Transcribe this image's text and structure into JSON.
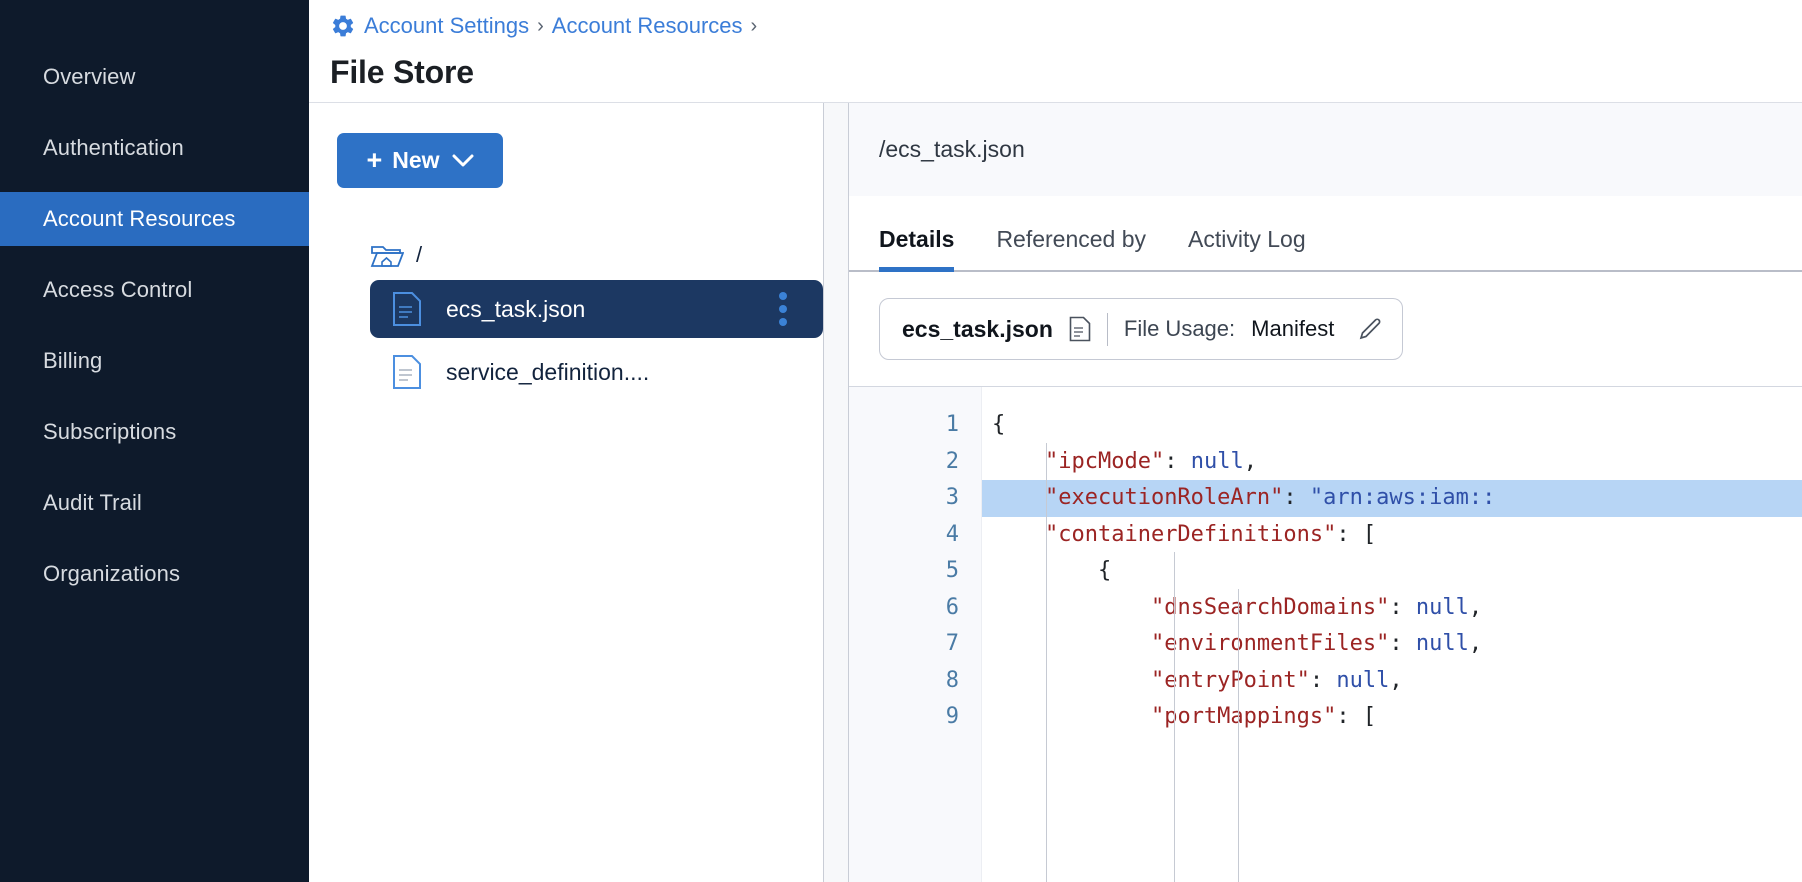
{
  "sidebar": {
    "items": [
      {
        "label": "Overview",
        "active": false
      },
      {
        "label": "Authentication",
        "active": false
      },
      {
        "label": "Account Resources",
        "active": true
      },
      {
        "label": "Access Control",
        "active": false
      },
      {
        "label": "Billing",
        "active": false
      },
      {
        "label": "Subscriptions",
        "active": false
      },
      {
        "label": "Audit Trail",
        "active": false
      },
      {
        "label": "Organizations",
        "active": false
      }
    ]
  },
  "header": {
    "gear_icon": "gear-icon",
    "breadcrumb": [
      {
        "label": "Account Settings",
        "link": true
      },
      {
        "label": "Account Resources",
        "link": true
      }
    ],
    "separator": "›",
    "trailing_separator": "›",
    "title": "File Store"
  },
  "browser": {
    "new_button": {
      "plus": "+",
      "label": "New",
      "chevron": "∨"
    },
    "root": {
      "icon": "folder-home-icon",
      "label": "/"
    },
    "files": [
      {
        "name": "ecs_task.json",
        "icon": "file-icon",
        "selected": true,
        "menu": "kebab-menu-icon"
      },
      {
        "name": "service_definition....",
        "icon": "file-icon",
        "selected": false
      }
    ]
  },
  "details": {
    "path": "/ecs_task.json",
    "tabs": [
      {
        "label": "Details",
        "active": true
      },
      {
        "label": "Referenced by",
        "active": false
      },
      {
        "label": "Activity Log",
        "active": false
      }
    ],
    "usage_card": {
      "file_name": "ecs_task.json",
      "file_icon": "document-icon",
      "usage_label": "File Usage:",
      "usage_value": "Manifest",
      "edit_icon": "pencil-icon"
    }
  },
  "editor": {
    "highlighted_line": 3,
    "lines": [
      {
        "n": 1,
        "indent": 0,
        "tokens": [
          {
            "t": "{",
            "c": "p"
          }
        ]
      },
      {
        "n": 2,
        "indent": 1,
        "tokens": [
          {
            "t": "\"ipcMode\"",
            "c": "k"
          },
          {
            "t": ": ",
            "c": "p"
          },
          {
            "t": "null",
            "c": "v"
          },
          {
            "t": ",",
            "c": "p"
          }
        ]
      },
      {
        "n": 3,
        "indent": 1,
        "tokens": [
          {
            "t": "\"executionRoleArn\"",
            "c": "k"
          },
          {
            "t": ": ",
            "c": "p"
          },
          {
            "t": "\"arn:aws:iam::",
            "c": "s"
          }
        ]
      },
      {
        "n": 4,
        "indent": 1,
        "tokens": [
          {
            "t": "\"containerDefinitions\"",
            "c": "k"
          },
          {
            "t": ": [",
            "c": "p"
          }
        ]
      },
      {
        "n": 5,
        "indent": 2,
        "tokens": [
          {
            "t": "{",
            "c": "p"
          }
        ]
      },
      {
        "n": 6,
        "indent": 3,
        "tokens": [
          {
            "t": "\"dnsSearchDomains\"",
            "c": "k"
          },
          {
            "t": ": ",
            "c": "p"
          },
          {
            "t": "null",
            "c": "v"
          },
          {
            "t": ",",
            "c": "p"
          }
        ]
      },
      {
        "n": 7,
        "indent": 3,
        "tokens": [
          {
            "t": "\"environmentFiles\"",
            "c": "k"
          },
          {
            "t": ": ",
            "c": "p"
          },
          {
            "t": "null",
            "c": "v"
          },
          {
            "t": ",",
            "c": "p"
          }
        ]
      },
      {
        "n": 8,
        "indent": 3,
        "tokens": [
          {
            "t": "\"entryPoint\"",
            "c": "k"
          },
          {
            "t": ": ",
            "c": "p"
          },
          {
            "t": "null",
            "c": "v"
          },
          {
            "t": ",",
            "c": "p"
          }
        ]
      },
      {
        "n": 9,
        "indent": 3,
        "tokens": [
          {
            "t": "\"portMappings\"",
            "c": "k"
          },
          {
            "t": ": [",
            "c": "p"
          }
        ]
      }
    ]
  },
  "colors": {
    "sidebar_bg": "#0e1a2b",
    "accent": "#2e72c6",
    "active_nav": "#2a6cc0",
    "selected_row": "#1c3862",
    "link": "#3b7dd8",
    "code_key": "#9b2423",
    "code_value": "#2f4fa8",
    "highlight_line": "#b7d5f5"
  }
}
